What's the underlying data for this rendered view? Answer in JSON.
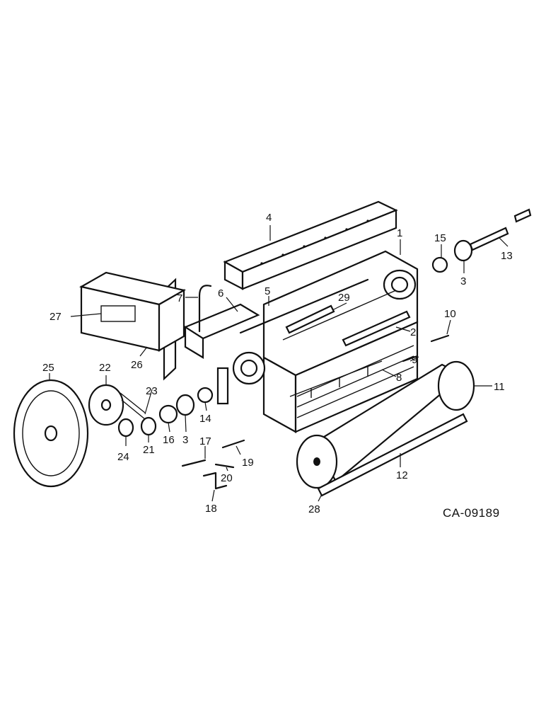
{
  "figure_code": "CA-09189",
  "callouts": [
    "1",
    "2",
    "3",
    "4",
    "5",
    "6",
    "7",
    "8",
    "9",
    "10",
    "11",
    "12",
    "13",
    "14",
    "15",
    "16",
    "17",
    "18",
    "19",
    "20",
    "21",
    "22",
    "23",
    "24",
    "25",
    "26",
    "27",
    "28",
    "29",
    "3"
  ]
}
